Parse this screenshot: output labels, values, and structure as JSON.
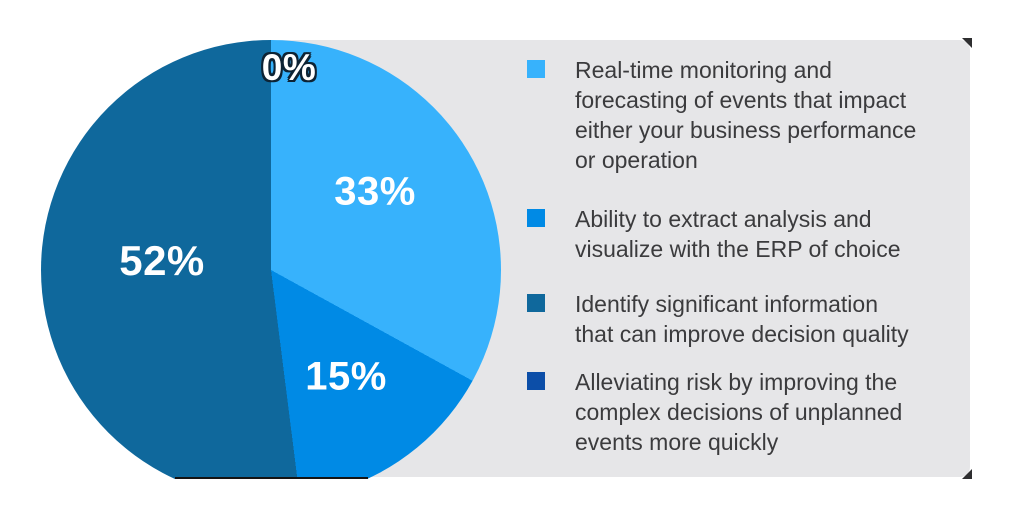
{
  "chart_data": {
    "type": "pie",
    "title": "",
    "legend_position": "right",
    "label_color": "#FFFFFF",
    "panel_background": "#E6E6E8",
    "text_color": "#3B3B3D",
    "slices": [
      {
        "label": "Real-time monitoring and\nforecasting of events that impact\neither your business performance\nor operation",
        "value": 33,
        "pct_label": "33%",
        "color": "#37B2FC"
      },
      {
        "label": "Ability to extract analysis and\nvisualize with the ERP of choice",
        "value": 15,
        "pct_label": "15%",
        "color": "#008AE5"
      },
      {
        "label": "Identify significant information\nthat can improve decision quality",
        "value": 52,
        "pct_label": "52%",
        "color": "#0F689C"
      },
      {
        "label": "Alleviating risk by improving the\ncomplex decisions of unplanned\nevents more quickly",
        "value": 0,
        "pct_label": "0%",
        "color": "#0C4EA8"
      }
    ]
  }
}
